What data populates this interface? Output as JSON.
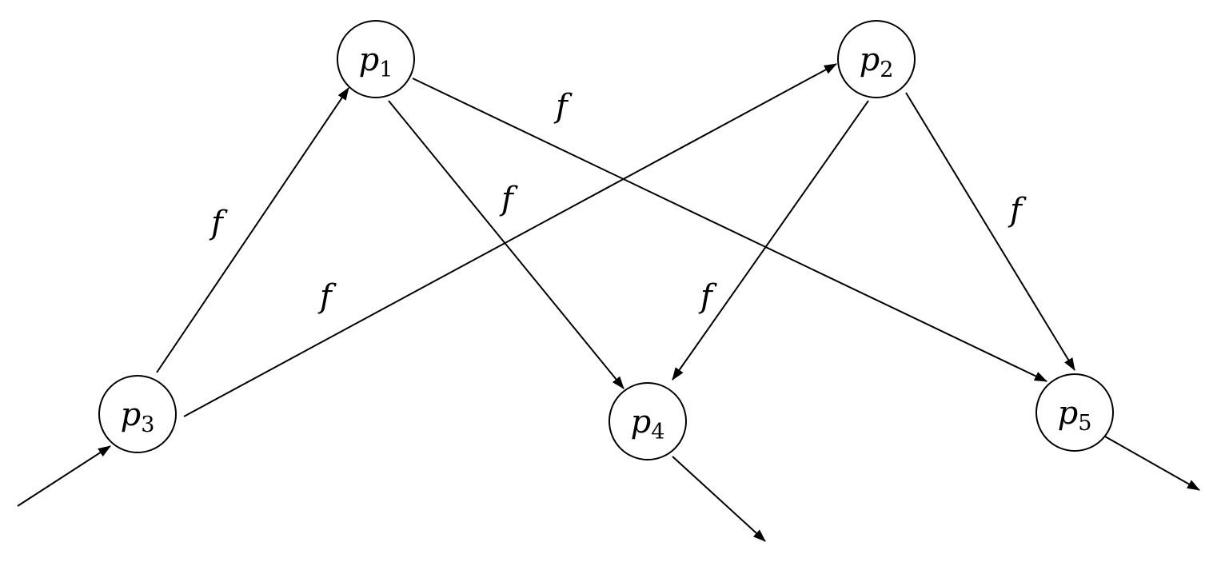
{
  "diagram": {
    "nodes": [
      {
        "id": "p1",
        "main": "p",
        "sub": "1"
      },
      {
        "id": "p2",
        "main": "p",
        "sub": "2"
      },
      {
        "id": "p3",
        "main": "p",
        "sub": "3"
      },
      {
        "id": "p4",
        "main": "p",
        "sub": "4"
      },
      {
        "id": "p5",
        "main": "p",
        "sub": "5"
      }
    ],
    "edges": [
      {
        "id": "in-p3",
        "from": "",
        "to": "p3",
        "label": ""
      },
      {
        "id": "p3-p1",
        "from": "p3",
        "to": "p1",
        "label": "f"
      },
      {
        "id": "p3-p2",
        "from": "p3",
        "to": "p2",
        "label": "f"
      },
      {
        "id": "p1-p4",
        "from": "p1",
        "to": "p4",
        "label": "f"
      },
      {
        "id": "p1-p5",
        "from": "p1",
        "to": "p5",
        "label": "f"
      },
      {
        "id": "p2-p4",
        "from": "p2",
        "to": "p4",
        "label": "f"
      },
      {
        "id": "p2-p5",
        "from": "p2",
        "to": "p5",
        "label": "f"
      },
      {
        "id": "p4-out",
        "from": "p4",
        "to": "",
        "label": ""
      },
      {
        "id": "p5-out",
        "from": "p5",
        "to": "",
        "label": ""
      }
    ],
    "colors": {
      "stroke": "#000000",
      "background": "#ffffff"
    }
  }
}
